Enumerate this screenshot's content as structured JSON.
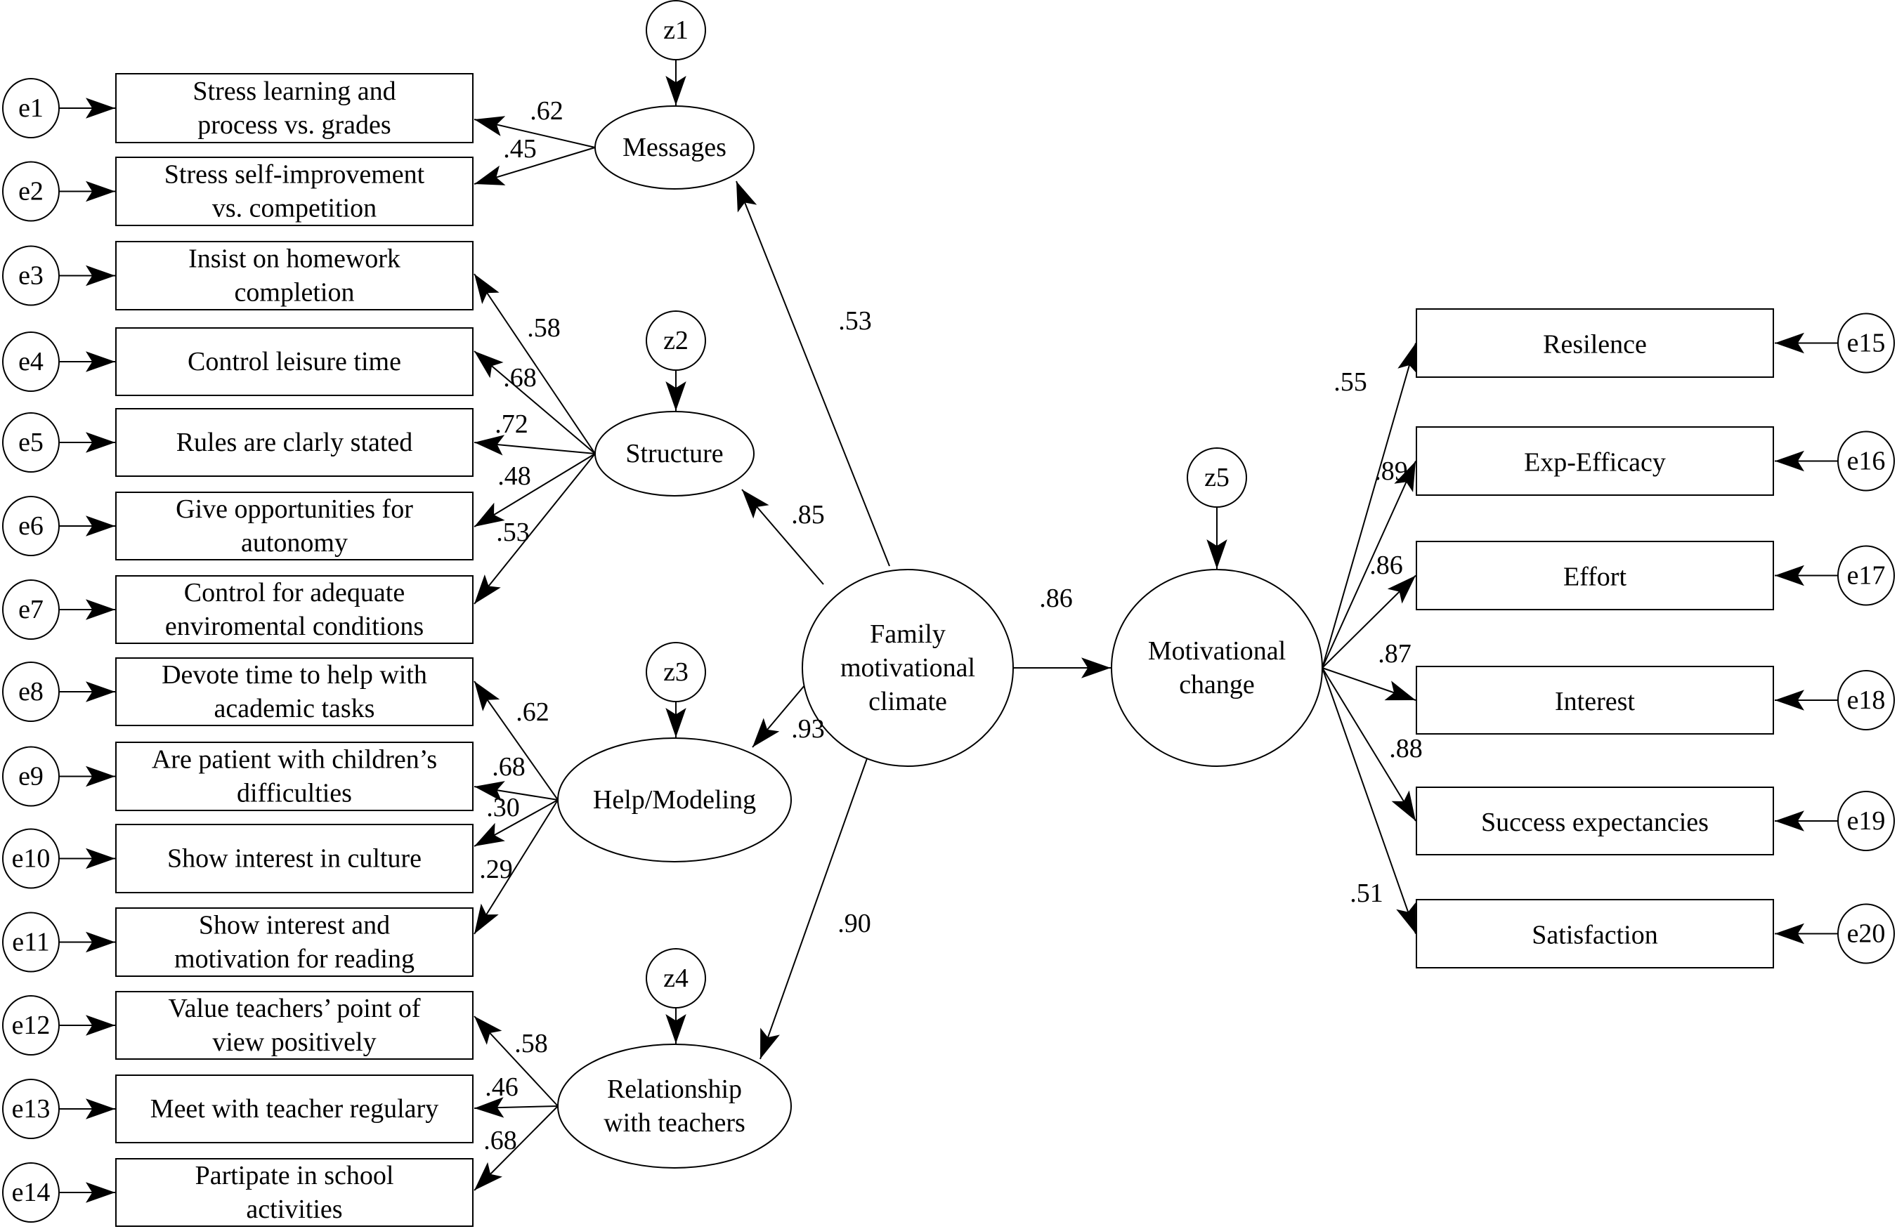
{
  "diagram": {
    "type": "structural-equation-model",
    "higher_order_factor": {
      "id": "family",
      "label_lines": [
        "Family",
        "motivational",
        "climate"
      ]
    },
    "outcome_factor": {
      "id": "motivational_change",
      "label_lines": [
        "Motivational",
        "change"
      ],
      "disturbance": "z5",
      "path_from_family": ".86"
    },
    "first_order_factors": [
      {
        "id": "messages",
        "label_lines": [
          "Messages"
        ],
        "disturbance": "z1",
        "loading_on_family": ".53",
        "indicators": [
          {
            "error": "e1",
            "label_lines": [
              "Stress learning and",
              "process vs. grades"
            ],
            "loading": ".62"
          },
          {
            "error": "e2",
            "label_lines": [
              "Stress self-improvement",
              "vs. competition"
            ],
            "loading": ".45"
          }
        ]
      },
      {
        "id": "structure",
        "label_lines": [
          "Structure"
        ],
        "disturbance": "z2",
        "loading_on_family": ".85",
        "indicators": [
          {
            "error": "e3",
            "label_lines": [
              "Insist on homework",
              "completion"
            ],
            "loading": ".58"
          },
          {
            "error": "e4",
            "label_lines": [
              "Control leisure time"
            ],
            "loading": ".68"
          },
          {
            "error": "e5",
            "label_lines": [
              "Rules are clarly stated"
            ],
            "loading": ".72"
          },
          {
            "error": "e6",
            "label_lines": [
              "Give opportunities for",
              "autonomy"
            ],
            "loading": ".48"
          },
          {
            "error": "e7",
            "label_lines": [
              "Control for adequate",
              "enviromental conditions"
            ],
            "loading": ".53"
          }
        ]
      },
      {
        "id": "help_modeling",
        "label_lines": [
          "Help/Modeling"
        ],
        "disturbance": "z3",
        "loading_on_family": ".93",
        "indicators": [
          {
            "error": "e8",
            "label_lines": [
              "Devote time to help with",
              "academic tasks"
            ],
            "loading": ".62"
          },
          {
            "error": "e9",
            "label_lines": [
              "Are patient with children’s",
              "difficulties"
            ],
            "loading": ".68"
          },
          {
            "error": "e10",
            "label_lines": [
              "Show interest in culture"
            ],
            "loading": ".30"
          },
          {
            "error": "e11",
            "label_lines": [
              "Show interest and",
              "motivation for reading"
            ],
            "loading": ".29"
          }
        ]
      },
      {
        "id": "relationship_teachers",
        "label_lines": [
          "Relationship",
          "with teachers"
        ],
        "disturbance": "z4",
        "loading_on_family": ".90",
        "indicators": [
          {
            "error": "e12",
            "label_lines": [
              "Value teachers’ point of",
              "view positively"
            ],
            "loading": ".58"
          },
          {
            "error": "e13",
            "label_lines": [
              "Meet with teacher regulary"
            ],
            "loading": ".46"
          },
          {
            "error": "e14",
            "label_lines": [
              "Partipate in school",
              "activities"
            ],
            "loading": ".68"
          }
        ]
      }
    ],
    "outcome_indicators": [
      {
        "error": "e15",
        "label_lines": [
          "Resilence"
        ],
        "loading": ".55"
      },
      {
        "error": "e16",
        "label_lines": [
          "Exp-Efficacy"
        ],
        "loading": ".89"
      },
      {
        "error": "e17",
        "label_lines": [
          "Effort"
        ],
        "loading": ".86"
      },
      {
        "error": "e18",
        "label_lines": [
          "Interest"
        ],
        "loading": ".87"
      },
      {
        "error": "e19",
        "label_lines": [
          "Success expectancies"
        ],
        "loading": ".88"
      },
      {
        "error": "e20",
        "label_lines": [
          "Satisfaction"
        ],
        "loading": ".51"
      }
    ]
  }
}
